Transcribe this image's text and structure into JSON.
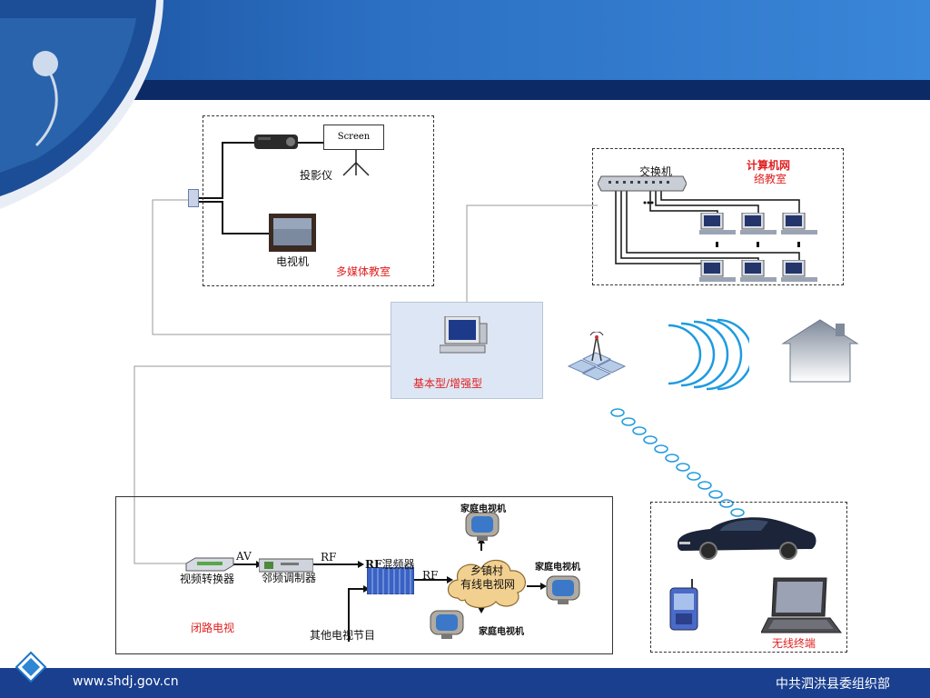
{
  "footer": {
    "url": "www.shdj.gov.cn",
    "org": "中共泗洪县委组织部"
  },
  "multimedia": {
    "screen": "Screen",
    "projector": "投影仪",
    "tv": "电视机",
    "room": "多媒体教室"
  },
  "network_room": {
    "switch": "交换机",
    "title_1": "计算机网",
    "title_2": "络教室"
  },
  "center": {
    "label": "基本型/增强型"
  },
  "cctv": {
    "converter": "视频转换器",
    "modulator": "邻频调制器",
    "mixer_rf": "RF",
    "mixer": "混频器",
    "av": "AV",
    "rf1": "RF",
    "rf2": "RF",
    "cloud_1": "乡镇村",
    "cloud_2": "有线电视网",
    "home_tv_1": "家庭电视机",
    "home_tv_2": "家庭电视机",
    "home_tv_3": "家庭电视机",
    "other": "其他电视节目",
    "title": "闭路电视"
  },
  "wireless": {
    "title": "无线终端"
  },
  "colors": {
    "header": "#2b6fc2",
    "stripe": "#0b2a66",
    "footer": "#1a3f8f",
    "accent_red": "#e02020",
    "wave": "#1e9be0"
  }
}
